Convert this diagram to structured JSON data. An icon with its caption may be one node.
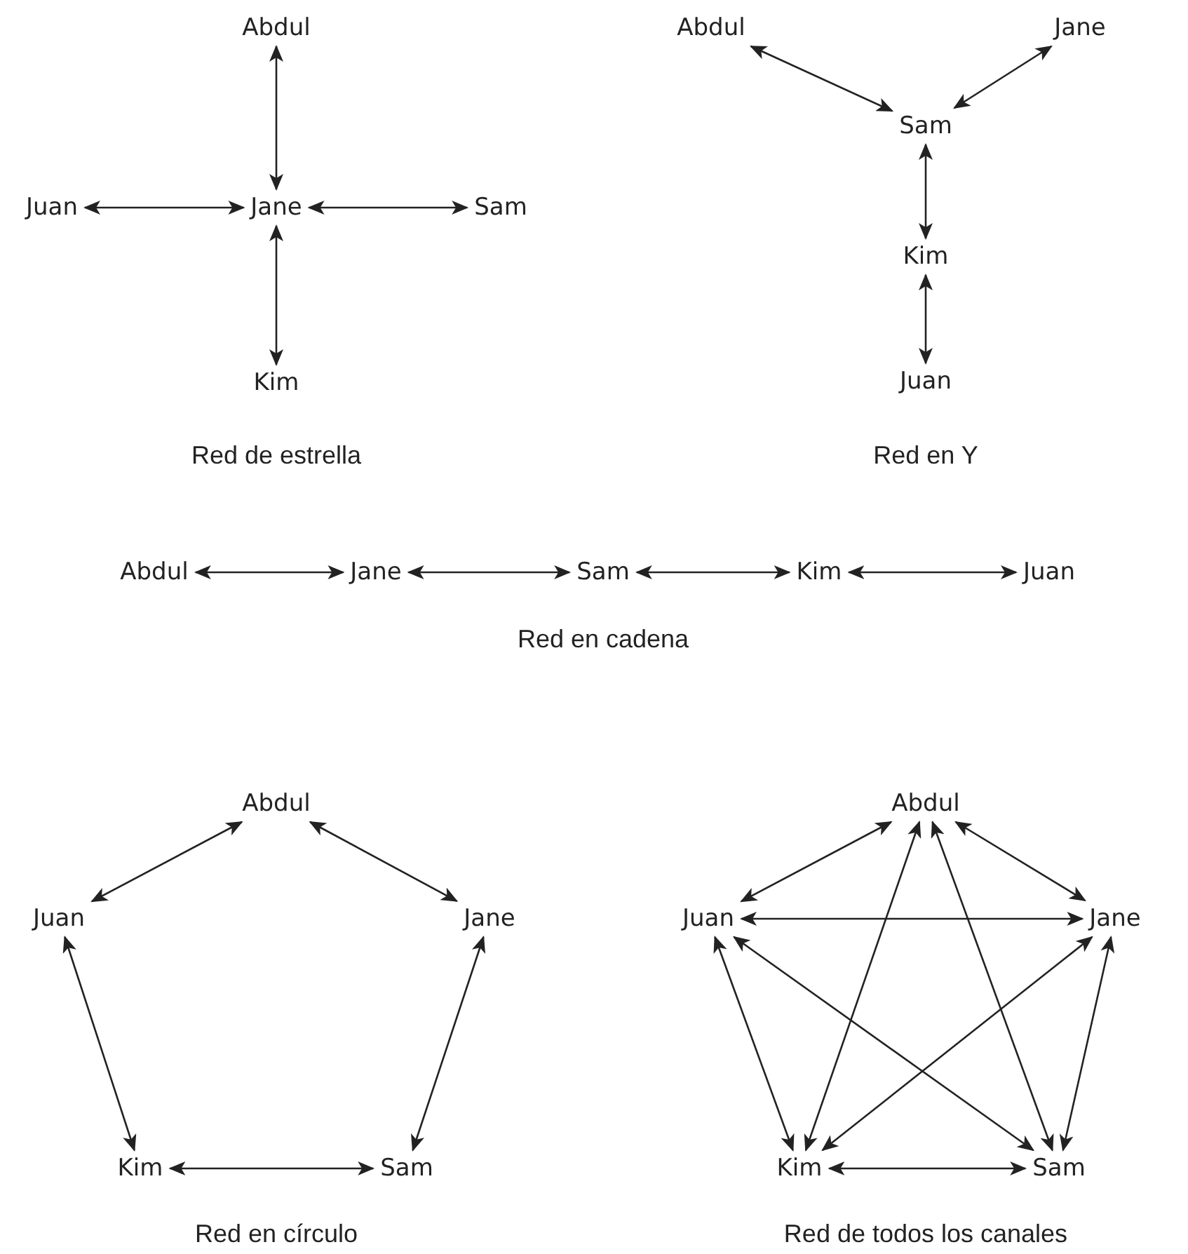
{
  "diagram": {
    "nodes": [
      {
        "text": [
          "Abdul"
        ]
      },
      {
        "text": [
          "Juan"
        ]
      },
      {
        "text": [
          "Jane"
        ]
      },
      {
        "text": [
          "Sam"
        ]
      },
      {
        "text": [
          "Kim"
        ]
      },
      {
        "text": [
          "Abdul"
        ]
      },
      {
        "text": [
          "Jane"
        ]
      },
      {
        "text": [
          "Sam"
        ]
      },
      {
        "text": [
          "Kim"
        ]
      },
      {
        "text": [
          "Juan"
        ]
      },
      {
        "text": [
          "Abdul"
        ]
      },
      {
        "text": [
          "Jane"
        ]
      },
      {
        "text": [
          "Sam"
        ]
      },
      {
        "text": [
          "Kim"
        ]
      },
      {
        "text": [
          "Juan"
        ]
      },
      {
        "text": [
          "Abdul"
        ]
      },
      {
        "text": [
          "Juan"
        ]
      },
      {
        "text": [
          "Jane"
        ]
      },
      {
        "text": [
          "Kim"
        ]
      },
      {
        "text": [
          "Sam"
        ]
      },
      {
        "text": [
          "Abdul"
        ]
      },
      {
        "text": [
          "Juan"
        ]
      },
      {
        "text": [
          "Jane"
        ]
      },
      {
        "text": [
          "Kim"
        ]
      },
      {
        "text": [
          "Sam"
        ]
      }
    ],
    "edges": [
      {
        "from": 0,
        "to": 2,
        "arrow": "both"
      },
      {
        "from": 1,
        "to": 2,
        "arrow": "both"
      },
      {
        "from": 2,
        "to": 3,
        "arrow": "both"
      },
      {
        "from": 2,
        "to": 4,
        "arrow": "both"
      },
      {
        "from": 5,
        "to": 7,
        "arrow": "both"
      },
      {
        "from": 6,
        "to": 7,
        "arrow": "both"
      },
      {
        "from": 7,
        "to": 8,
        "arrow": "both"
      },
      {
        "from": 8,
        "to": 9,
        "arrow": "both"
      },
      {
        "from": 10,
        "to": 11,
        "arrow": "both"
      },
      {
        "from": 11,
        "to": 12,
        "arrow": "both"
      },
      {
        "from": 12,
        "to": 13,
        "arrow": "both"
      },
      {
        "from": 13,
        "to": 14,
        "arrow": "both"
      },
      {
        "from": 15,
        "to": 16,
        "arrow": "both"
      },
      {
        "from": 15,
        "to": 17,
        "arrow": "both"
      },
      {
        "from": 16,
        "to": 18,
        "arrow": "both"
      },
      {
        "from": 17,
        "to": 19,
        "arrow": "both"
      },
      {
        "from": 18,
        "to": 19,
        "arrow": "both"
      },
      {
        "from": 20,
        "to": 21,
        "arrow": "both"
      },
      {
        "from": 20,
        "to": 22,
        "arrow": "both"
      },
      {
        "from": 20,
        "to": 23,
        "arrow": "both"
      },
      {
        "from": 20,
        "to": 24,
        "arrow": "both"
      },
      {
        "from": 21,
        "to": 22,
        "arrow": "both"
      },
      {
        "from": 21,
        "to": 23,
        "arrow": "both"
      },
      {
        "from": 21,
        "to": 24,
        "arrow": "both"
      },
      {
        "from": 22,
        "to": 23,
        "arrow": "both"
      },
      {
        "from": 22,
        "to": 24,
        "arrow": "both"
      },
      {
        "from": 23,
        "to": 24,
        "arrow": "both"
      }
    ],
    "labels": [
      "Red de estrella",
      "Red en Y",
      "Red en cadena",
      "Red en círculo",
      "Red de todos los canales"
    ]
  }
}
